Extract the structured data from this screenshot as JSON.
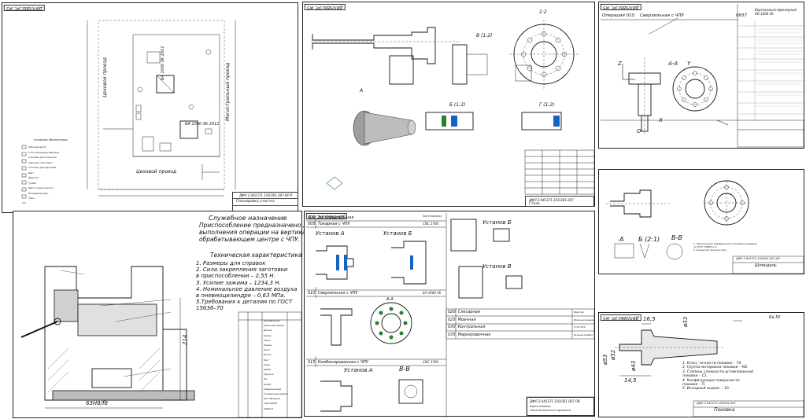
{
  "sheet_stamp": "ДФЛ/SВБС(РС Ж5",
  "layout_sheet": {
    "title_code": "ДФЛ 2.041371.150/301.007.КР-Р",
    "sheet_name": "Планировка участка",
    "aisle_left": "Цеховой проезд",
    "aisle_bottom": "Цеховой проезд",
    "aisle_right": "Магистральный проезд",
    "machine_1": "БА 1000 SK 2011",
    "machine_2": "БА 1000 SK 2011",
    "legend_title": "Условные обозначения",
    "legend_items": [
      "Рабочее место",
      "Стол производственный",
      "Стеллаж для оснастки",
      "Тара для заготовок",
      "Стеллаж для деталей",
      "Щит",
      "Верстак",
      "Тумба",
      "Место для оснастки",
      "Пожарный кран",
      "Трап"
    ]
  },
  "part_sheet": {
    "title_code": "ДФЛ 2.041371.150/301.007",
    "section_b": "В (1:2)",
    "section_c": "Б (1:2)",
    "section_g": "Г (1:2)",
    "view_label": "А",
    "scale_label": "1:2",
    "mark": "Сталь"
  },
  "operation_card": {
    "op_header": "Операция 010",
    "op_name": "Сверлильная с ЧПУ",
    "machine": "Вертикально-фрезерный ОБ 1000 SK",
    "code": "0937",
    "section": "А-А",
    "axis_z": "Z",
    "axis_x": "X",
    "axis_y": "Y",
    "axis_o": "O"
  },
  "fixture_sheet": {
    "purpose_title": "Служебное назначение",
    "purpose_text": [
      "Приспособление предназначено для",
      "выполнения операции на вертикально",
      "обрабатывающем центре с ЧПУ."
    ],
    "spec_title": "Техническая характеристика",
    "spec_items": [
      "1. Размеры для справок",
      "2. Сила закрепления заготовки",
      "в приспособлении – 2,55 Н.",
      "3. Усилие зажима – 1234,3 Н.",
      "4. Номинальное давление воздуха",
      "в пневмоцилиндре – 0,63 МПа.",
      "5.Требования к деталям по ГОСТ",
      "15636–70"
    ],
    "dim_bottom": "63H8/f8",
    "dim_height": "214",
    "spec_rows": [
      "Документация",
      "Сборочный чертеж",
      "Детали",
      "Корпус",
      "Плита",
      "Планка",
      "Рычаг",
      "Втулка",
      "Винт",
      "Гайка",
      "Шайба",
      "Пружина",
      "Ось",
      "Штифт",
      "Пневмоцилиндр",
      "Стандартные изделия",
      "Болт М8-6g×25",
      "Гайка М8-6Н",
      "Шайба 8"
    ],
    "code": "ДФЛ 2.041371.150/301.007.СБ"
  },
  "route_sheet": {
    "rows": [
      {
        "num": "000",
        "op": "Заготовительная",
        "machine": "Заготовка из"
      },
      {
        "num": "005",
        "op": "Токарная с ЧПУ",
        "machine": "CNC 1700"
      },
      {
        "num": "010",
        "op": "Сверлильная с ЧПУ",
        "machine": "БА 1000 SK"
      },
      {
        "num": "015",
        "op": "Комбинированная с ЧПУ",
        "machine": "CNC 1700"
      }
    ],
    "right_rows": [
      {
        "num": "020",
        "op": "Слесарная",
        "machine": "Верстак"
      },
      {
        "num": "025",
        "op": "Моечная",
        "machine": "Моечная машина"
      },
      {
        "num": "030",
        "op": "Контрольная",
        "machine": "Стол ОТК"
      },
      {
        "num": "035",
        "op": "Маркировочная",
        "machine": "Ручные клейма"
      }
    ],
    "setup_a": "Установ А",
    "setup_b": "Установ Б",
    "setup_b2": "Установ Б",
    "setup_v": "Установ В",
    "setup_a2": "Установ А",
    "section_aa": "А-А",
    "section_vv": "В-В",
    "code": "ДФЛ 2.041371.150/301.007.ОК",
    "sheet_name": "Карта эскизов",
    "sheet_sub": "технологического процесса"
  },
  "shaft_sheet": {
    "label_a": "А",
    "label_b": "Б (2:1)",
    "label_vv": "В-В",
    "name": "Шпиндель",
    "code": "ДФЛ 2.041371.150/301.007.ДЧ",
    "notes": [
      "1. Неуказанные предельные отклонения размеров",
      "по ГОСТ 30893.1-m",
      "2. Покрытие: Хим.Окс.прм"
    ]
  },
  "blank_sheet": {
    "name": "Поковка",
    "code": "ДФЛ 2.041371.150/301.007",
    "dims": [
      "16,5",
      "ø33",
      "ø53",
      "ø52",
      "ø43",
      "14,5"
    ],
    "roughness": "Ra 50",
    "notes": [
      "1. Класс точности поковки – Т4.",
      "2. Группа материала поковки – М2.",
      "3. Степень сложности штампованной",
      "поковки – С1.",
      "4. Конфигурация поверхности",
      "поковки – П.",
      "5. Исходный индекс – 10."
    ]
  }
}
